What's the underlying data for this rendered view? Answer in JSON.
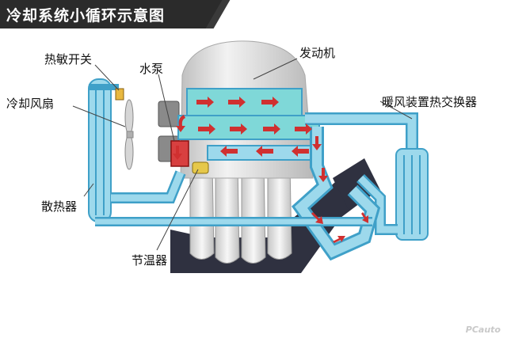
{
  "title": "冷却系统小循环示意图",
  "labels": {
    "thermo_switch": "热敏开关",
    "water_pump": "水泵",
    "engine": "发动机",
    "cooling_fan": "冷却风扇",
    "heater_core": "暖风装置热交换器",
    "radiator": "散热器",
    "thermostat": "节温器"
  },
  "watermark": "PCauto",
  "colors": {
    "coolant": "#9dd9ec",
    "coolant_hot": "#6fd0d0",
    "pipe_edge": "#3fa0c8",
    "flow_arrow": "#d03030",
    "engine_body": "#d8d8d8",
    "manifold": "#2f3140",
    "title_bg": "#2b2b2b"
  }
}
